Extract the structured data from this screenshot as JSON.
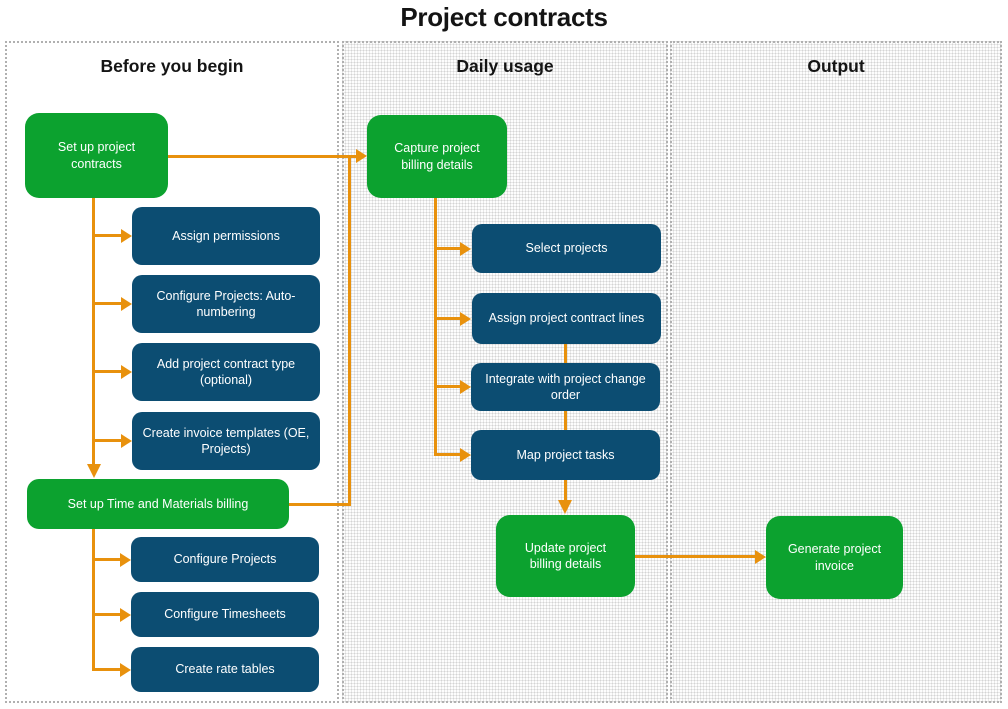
{
  "title": "Project contracts",
  "sections": {
    "before": {
      "header": "Before you begin"
    },
    "daily": {
      "header": "Daily usage"
    },
    "output": {
      "header": "Output"
    }
  },
  "nodes": {
    "setup_contracts": {
      "label": "Set up project contracts",
      "type": "start"
    },
    "assign_permissions": {
      "label": "Assign permissions",
      "type": "task"
    },
    "configure_projects_numbering": {
      "label": "Configure Projects: Auto-numbering",
      "type": "task"
    },
    "add_contract_type": {
      "label": "Add project contract type (optional)",
      "type": "task"
    },
    "create_invoice_templates": {
      "label": "Create invoice templates (OE, Projects)",
      "type": "task"
    },
    "setup_tm_billing": {
      "label": "Set up Time and Materials billing",
      "type": "start"
    },
    "configure_projects": {
      "label": "Configure Projects",
      "type": "task"
    },
    "configure_timesheets": {
      "label": "Configure Timesheets",
      "type": "task"
    },
    "create_rate_tables": {
      "label": "Create rate tables",
      "type": "task"
    },
    "capture_billing": {
      "label": "Capture project billing details",
      "type": "start"
    },
    "select_projects": {
      "label": "Select projects",
      "type": "task"
    },
    "assign_contract_lines": {
      "label": "Assign project contract lines",
      "type": "task"
    },
    "integrate_change_order": {
      "label": "Integrate with project change order",
      "type": "task"
    },
    "map_tasks": {
      "label": "Map project tasks",
      "type": "task"
    },
    "update_billing": {
      "label": "Update project billing details",
      "type": "milestone"
    },
    "generate_invoice": {
      "label": "Generate project invoice",
      "type": "milestone"
    }
  },
  "colors": {
    "milestone_green": "#0ca22f",
    "task_blue": "#0c4d72",
    "arrow_orange": "#e8910d",
    "text_on_node": "#ffffff",
    "heading_text": "#141414",
    "panel_border": "#b0b0b0"
  }
}
